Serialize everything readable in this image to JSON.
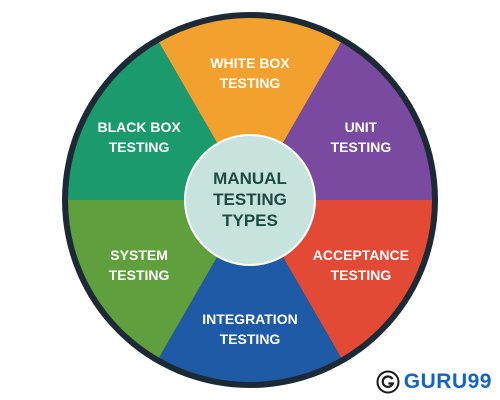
{
  "diagram": {
    "center": {
      "lines": [
        "MANUAL",
        "TESTING",
        "TYPES"
      ],
      "fill": "#c6e3dd",
      "text_color": "#1e4a45"
    },
    "ring_color": "#1c2a36",
    "segments": [
      {
        "id": "white-box",
        "lines": [
          "WHITE BOX",
          "TESTING"
        ],
        "color": "#f2a12e"
      },
      {
        "id": "unit",
        "lines": [
          "UNIT",
          "TESTING"
        ],
        "color": "#7a4aa0"
      },
      {
        "id": "acceptance",
        "lines": [
          "ACCEPTANCE",
          "TESTING"
        ],
        "color": "#e24a35"
      },
      {
        "id": "integration",
        "lines": [
          "INTEGRATION",
          "TESTING"
        ],
        "color": "#1e5aa6"
      },
      {
        "id": "system",
        "lines": [
          "SYSTEM",
          "TESTING"
        ],
        "color": "#5f9f3e"
      },
      {
        "id": "black-box",
        "lines": [
          "BLACK BOX",
          "TESTING"
        ],
        "color": "#1b9a6e"
      }
    ]
  },
  "logo": {
    "text": "GURU99",
    "color": "#1565c0",
    "icon": "guru99-g-icon"
  }
}
